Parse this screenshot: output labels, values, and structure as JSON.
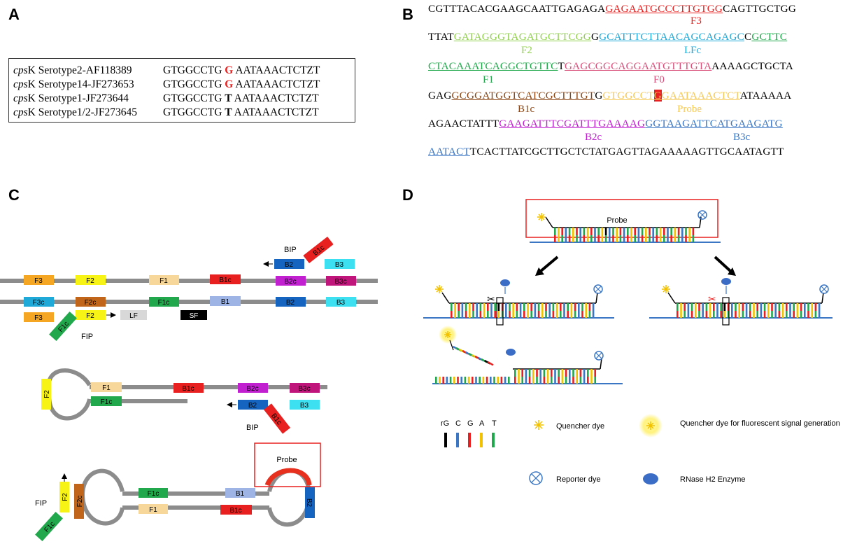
{
  "panels": {
    "a": "A",
    "b": "B",
    "c": "C",
    "d": "D"
  },
  "panel_a": {
    "rows": [
      {
        "italic": "cps",
        "name": "K Serotype2-AF118389",
        "pre": "GTGGCCTG ",
        "snp": "G",
        "post": " AATAAACTCTZT",
        "snp_color": "#e8201f"
      },
      {
        "italic": "cps",
        "name": "K Serotype14-JF273653",
        "pre": "GTGGCCTG ",
        "snp": "G",
        "post": " AATAAACTCTZT",
        "snp_color": "#e8201f"
      },
      {
        "italic": "cps",
        "name": "K Serotype1-JF273644",
        "pre": "GTGGCCTG ",
        "snp": "T",
        "post": " AATAAACTCTZT",
        "snp_color": "#000000"
      },
      {
        "italic": "cps",
        "name": "K Serotype1/2-JF273645",
        "pre": "GTGGCCTG ",
        "snp": "T",
        "post": " AATAAACTCTZT",
        "snp_color": "#000000"
      }
    ]
  },
  "panel_b": {
    "line1": {
      "a": "CGTTTACACGAAGCAATTGAGAGA",
      "b": "GAGAATGCCCTTGTGG",
      "c": "CAGTTGCTGG"
    },
    "line2": {
      "a": "TTAT",
      "b": "GATAGGGTAGATGCTTCGG",
      "c": "G",
      "d": "GCATTTCTTAACAGCAGAGC",
      "e": "C",
      "f": "GCTTC"
    },
    "line3": {
      "a": "CTACAAATCAGGCTGTTC",
      "b": "T",
      "c": "GAGCGGCAGGAATGTTTGTA",
      "d": "AAAAGCTGCTA"
    },
    "line4": {
      "a": "GAG",
      "b": "GCGGATGGTCATCGCTTTGT",
      "c": "G",
      "d": "GTGGCCT",
      "e": "G",
      "f": "GAATAAACTCT",
      "g": "ATAAAAA"
    },
    "line5": {
      "a": "AGAACTATTT",
      "b": "GAAGATTTCGATTTGAAAAG",
      "c": "GGTAAGATTCATGAAGATG"
    },
    "line6": {
      "a": "AATACT",
      "b": "TCACTTATCGCTTGCTCTATGAGTTAGAAAAAGTTGCAATAGTT"
    },
    "labels": {
      "F3": "F3",
      "F2": "F2",
      "LFc": "LFc",
      "F1": "F1",
      "F0": "F0",
      "B1c": "B1c",
      "Probe": "Probe",
      "B2c": "B2c",
      "B3c": "B3c"
    },
    "colors": {
      "F3": "#e8201f",
      "F2": "#92d050",
      "LFc": "#1fa9d8",
      "F1": "#22a84c",
      "F0": "#d8507a",
      "B1c": "#8b4513",
      "Probe": "#f5c85a",
      "B2c": "#c020d0",
      "B3c": "#3b76c4"
    }
  },
  "panel_c": {
    "boxes": {
      "F3": "F3",
      "F2": "F2",
      "F1": "F1",
      "B1c": "B1c",
      "B2c": "B2c",
      "B3c": "B3c",
      "F3c": "F3c",
      "F2c": "F2c",
      "F1c": "F1c",
      "B1": "B1",
      "B2": "B2",
      "B3": "B3",
      "LF": "LF",
      "SF": "SF"
    },
    "labels": {
      "BIP": "BIP",
      "FIP": "FIP",
      "Probe": "Probe"
    }
  },
  "panel_d": {
    "probe": "Probe",
    "legend": {
      "bases": [
        "rG",
        "C",
        "G",
        "A",
        "T"
      ],
      "base_colors": [
        "#000000",
        "#3b76c4",
        "#e8201f",
        "#f2c200",
        "#22a84c"
      ],
      "quencher": "Quencher dye",
      "quencher_signal": "Quencher dye for fluorescent signal generation",
      "reporter": "Reporter dye",
      "enzyme": "RNase H2 Enzyme"
    }
  }
}
